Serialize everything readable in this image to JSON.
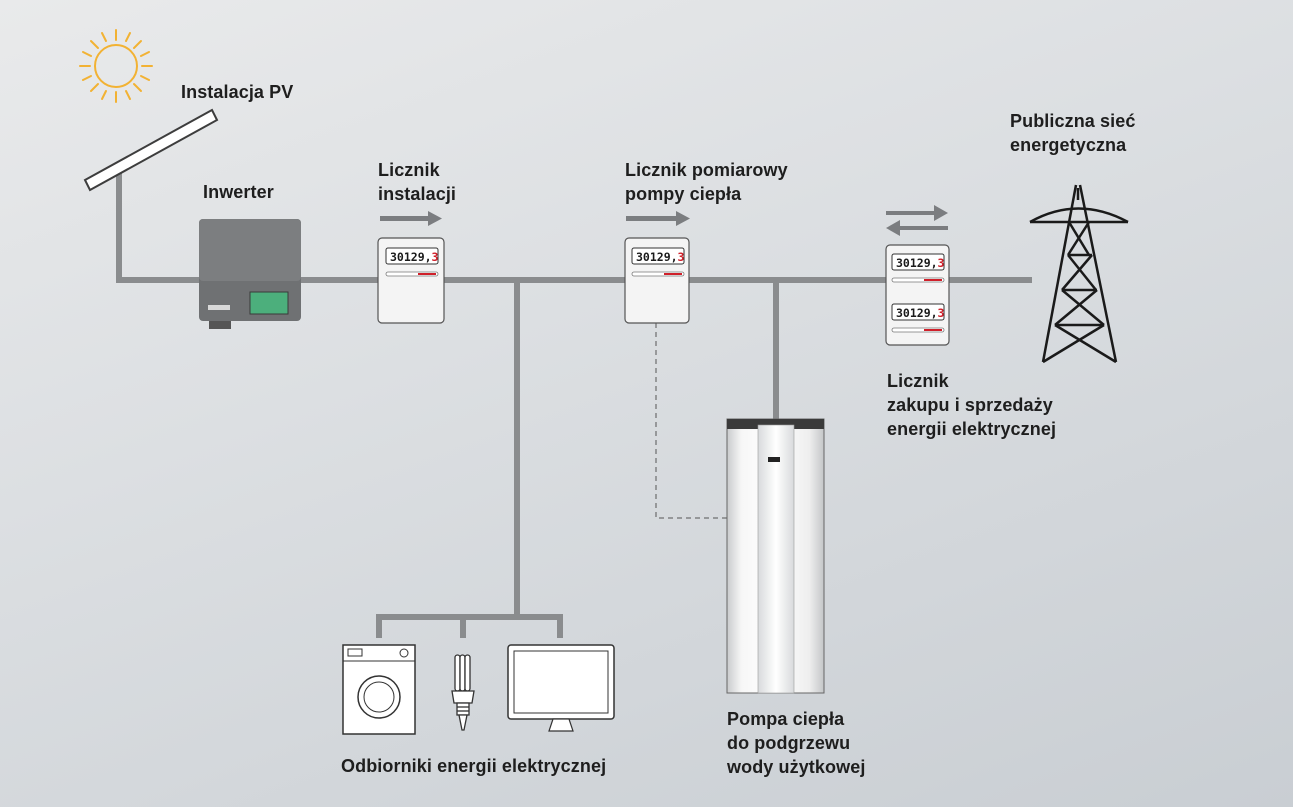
{
  "labels": {
    "pv": "Instalacja PV",
    "inverter": "Inwerter",
    "meter_install": [
      "Licznik",
      "instalacji"
    ],
    "meter_heatpump": [
      "Licznik pomiarowy",
      "pompy ciepła"
    ],
    "grid": [
      "Publiczna sieć",
      "energetyczna"
    ],
    "meter_trade": [
      "Licznik",
      "zakupu i sprzedaży",
      "energii elektrycznej"
    ],
    "heatpump": [
      "Pompa ciepła",
      "do podgrzewu",
      "wody użytkowej"
    ],
    "consumers": "Odbiorniki energii elektrycznej"
  },
  "meter_reading": {
    "main": "30129,",
    "decimal": "3"
  },
  "colors": {
    "line": "#8a8c8e",
    "sun": "#f2b233",
    "red_digit": "#d0202a",
    "inverter_body": "#6f7173",
    "inverter_display": "#4caf7c"
  }
}
